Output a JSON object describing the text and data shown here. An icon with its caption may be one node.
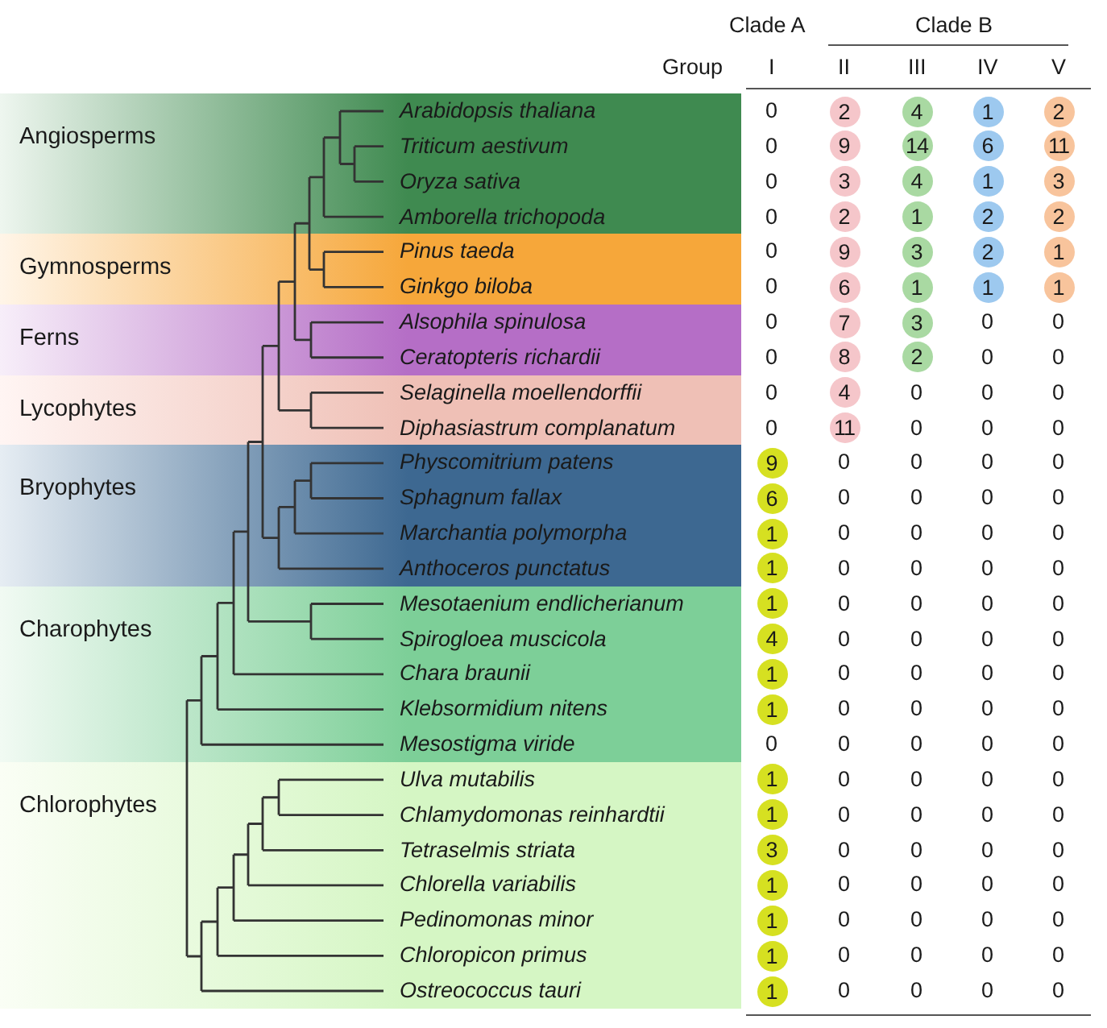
{
  "diagram": {
    "nodes": [
      {
        "text": [
          "Angiosperms"
        ]
      },
      {
        "text": [
          "Arabidopsis thaliana"
        ],
        "in": 0
      },
      {
        "text": [
          "Triticum aestivum"
        ],
        "in": 0
      },
      {
        "text": [
          "Oryza sativa"
        ],
        "in": 0
      },
      {
        "text": [
          "Amborella trichopoda"
        ],
        "in": 0
      },
      {
        "text": [
          "Gymnosperms"
        ]
      },
      {
        "text": [
          "Pinus taeda"
        ],
        "in": 5
      },
      {
        "text": [
          "Ginkgo biloba"
        ],
        "in": 5
      },
      {
        "text": [
          "Ferns"
        ]
      },
      {
        "text": [
          "Alsophila spinulosa"
        ],
        "in": 8
      },
      {
        "text": [
          "Ceratopteris richardii"
        ],
        "in": 8
      },
      {
        "text": [
          "Lycophytes"
        ]
      },
      {
        "text": [
          "Selaginella moellendorffii"
        ],
        "in": 11
      },
      {
        "text": [
          "Diphasiastrum complanatum"
        ],
        "in": 11
      },
      {
        "text": [
          "Bryophytes"
        ]
      },
      {
        "text": [
          "Physcomitrium patens"
        ],
        "in": 14
      },
      {
        "text": [
          "Sphagnum fallax"
        ],
        "in": 14
      },
      {
        "text": [
          "Marchantia polymorpha"
        ],
        "in": 14
      },
      {
        "text": [
          "Anthoceros punctatus"
        ],
        "in": 14
      },
      {
        "text": [
          "Charophytes"
        ]
      },
      {
        "text": [
          "Mesotaenium endlicherianum"
        ],
        "in": 19
      },
      {
        "text": [
          "Spirogloea muscicola"
        ],
        "in": 19
      },
      {
        "text": [
          "Chara braunii"
        ],
        "in": 19
      },
      {
        "text": [
          "Klebsormidium nitens"
        ],
        "in": 19
      },
      {
        "text": [
          "Mesostigma viride"
        ],
        "in": 19
      },
      {
        "text": [
          "Chlorophytes"
        ]
      },
      {
        "text": [
          "Ulva mutabilis"
        ],
        "in": 25
      },
      {
        "text": [
          "Chlamydomonas reinhardtii"
        ],
        "in": 25
      },
      {
        "text": [
          "Tetraselmis striata"
        ],
        "in": 25
      },
      {
        "text": [
          "Chlorella variabilis"
        ],
        "in": 25
      },
      {
        "text": [
          "Pedinomonas minor"
        ],
        "in": 25
      },
      {
        "text": [
          "Chloropicon primus"
        ],
        "in": 25
      },
      {
        "text": [
          "Ostreococcus tauri"
        ],
        "in": 25
      }
    ],
    "labels": [
      "Clade A",
      "Clade B",
      "Group",
      "I",
      "II",
      "III",
      "IV",
      "V",
      "0",
      "2",
      "4",
      "1",
      "2",
      "0",
      "9",
      "14",
      "6",
      "11",
      "0",
      "3",
      "4",
      "1",
      "3",
      "0",
      "2",
      "1",
      "2",
      "2",
      "0",
      "9",
      "3",
      "2",
      "1",
      "0",
      "6",
      "1",
      "1",
      "1",
      "0",
      "7",
      "3",
      "0",
      "0",
      "0",
      "8",
      "2",
      "0",
      "0",
      "0",
      "4",
      "0",
      "0",
      "0",
      "0",
      "11",
      "0",
      "0",
      "0",
      "9",
      "0",
      "0",
      "0",
      "0",
      "6",
      "0",
      "0",
      "0",
      "0",
      "1",
      "0",
      "0",
      "0",
      "0",
      "1",
      "0",
      "0",
      "0",
      "0",
      "1",
      "0",
      "0",
      "0",
      "0",
      "4",
      "0",
      "0",
      "0",
      "0",
      "1",
      "0",
      "0",
      "0",
      "0",
      "1",
      "0",
      "0",
      "0",
      "0",
      "0",
      "0",
      "0",
      "0",
      "0",
      "1",
      "0",
      "0",
      "0",
      "0",
      "1",
      "0",
      "0",
      "0",
      "0",
      "3",
      "0",
      "0",
      "0",
      "0",
      "1",
      "0",
      "0",
      "0",
      "0",
      "1",
      "0",
      "0",
      "0",
      "0",
      "1",
      "0",
      "0",
      "0",
      "0",
      "1",
      "0",
      "0",
      "0",
      "0"
    ]
  }
}
